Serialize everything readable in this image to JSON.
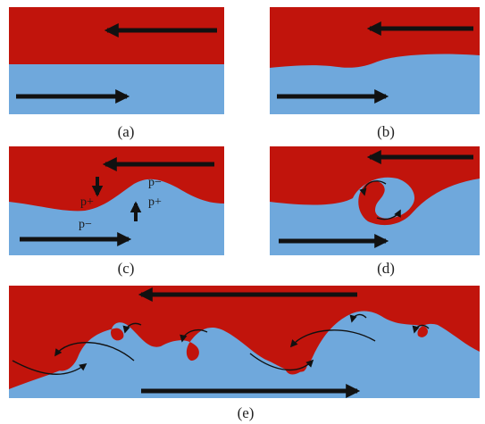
{
  "colors": {
    "upper_fluid": "#c1140c",
    "lower_fluid": "#6fa8dc",
    "arrow": "#111111",
    "background": "#ffffff"
  },
  "panels": [
    {
      "caption": "(a)"
    },
    {
      "caption": "(b)"
    },
    {
      "caption": "(c)",
      "pressure_labels": [
        "p+",
        "p−",
        "p−",
        "p+"
      ]
    },
    {
      "caption": "(d)"
    },
    {
      "caption": "(e)"
    }
  ]
}
